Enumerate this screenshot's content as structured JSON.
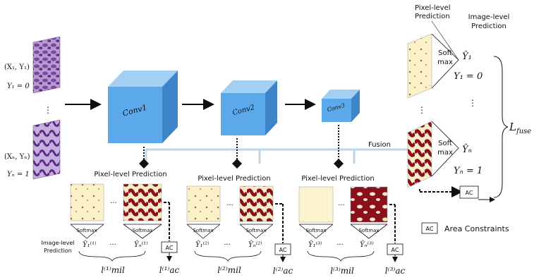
{
  "inputs": {
    "first": {
      "pair": "(X₁, Y₁)",
      "label": "Y₁ = 0"
    },
    "last": {
      "pair": "(Xₙ, Yₙ)",
      "label": "Yₙ = 1"
    },
    "ellipsis": "⋮"
  },
  "conv_blocks": [
    {
      "label": "Conv1"
    },
    {
      "label": "Conv2"
    },
    {
      "label": "Conv3"
    }
  ],
  "fusion_label": "Fusion",
  "branches": [
    {
      "title": "Pixel-level Prediction",
      "softmax": "Softmax",
      "pred_first": "Ŷ₁⁽¹⁾",
      "pred_last": "Ŷₙ⁽¹⁾",
      "ac": "AC",
      "mil_loss": "l⁽¹⁾mil",
      "ac_loss": "l⁽¹⁾ac",
      "dots": "···"
    },
    {
      "title": "Pixel-level Prediction",
      "softmax": "Softmax",
      "pred_first": "Ŷ₁⁽²⁾",
      "pred_last": "Ŷₙ⁽²⁾",
      "ac": "AC",
      "mil_loss": "l⁽²⁾mil",
      "ac_loss": "l⁽²⁾ac",
      "dots": "···"
    },
    {
      "title": "Pixel-level Prediction",
      "softmax": "Softmax",
      "pred_first": "Ŷ₁⁽³⁾",
      "pred_last": "Ŷₙ⁽³⁾",
      "ac": "AC",
      "mil_loss": "l⁽³⁾mil",
      "ac_loss": "l⁽³⁾ac",
      "dots": "···"
    }
  ],
  "image_level_prediction_label": [
    "Image-level",
    "Prediction"
  ],
  "fuse": {
    "pixel_header": [
      "Pixel-level",
      "Prediction"
    ],
    "image_header": [
      "Image-level",
      "Prediction"
    ],
    "top": {
      "softmax": [
        "Soft",
        "max"
      ],
      "pred": "Ŷ₁",
      "label": "Y₁ = 0"
    },
    "bottom": {
      "softmax": [
        "Soft",
        "max"
      ],
      "pred": "Ŷₙ",
      "label": "Yₙ = 1"
    },
    "ellipsis": "⋮",
    "ac": "AC",
    "loss": "L",
    "loss_sub": "fuse"
  },
  "legend": {
    "box": "AC",
    "text": "Area Constraints"
  },
  "colors": {
    "cube_front": "#5aa7e8",
    "cube_top": "#9ccaf2",
    "cube_side": "#3f86c9",
    "fusion_line": "#b9d5ec",
    "mask_dark": "#8a0f1f",
    "mask_light": "#fbf4d0",
    "tissue": "#8a5cb0"
  }
}
